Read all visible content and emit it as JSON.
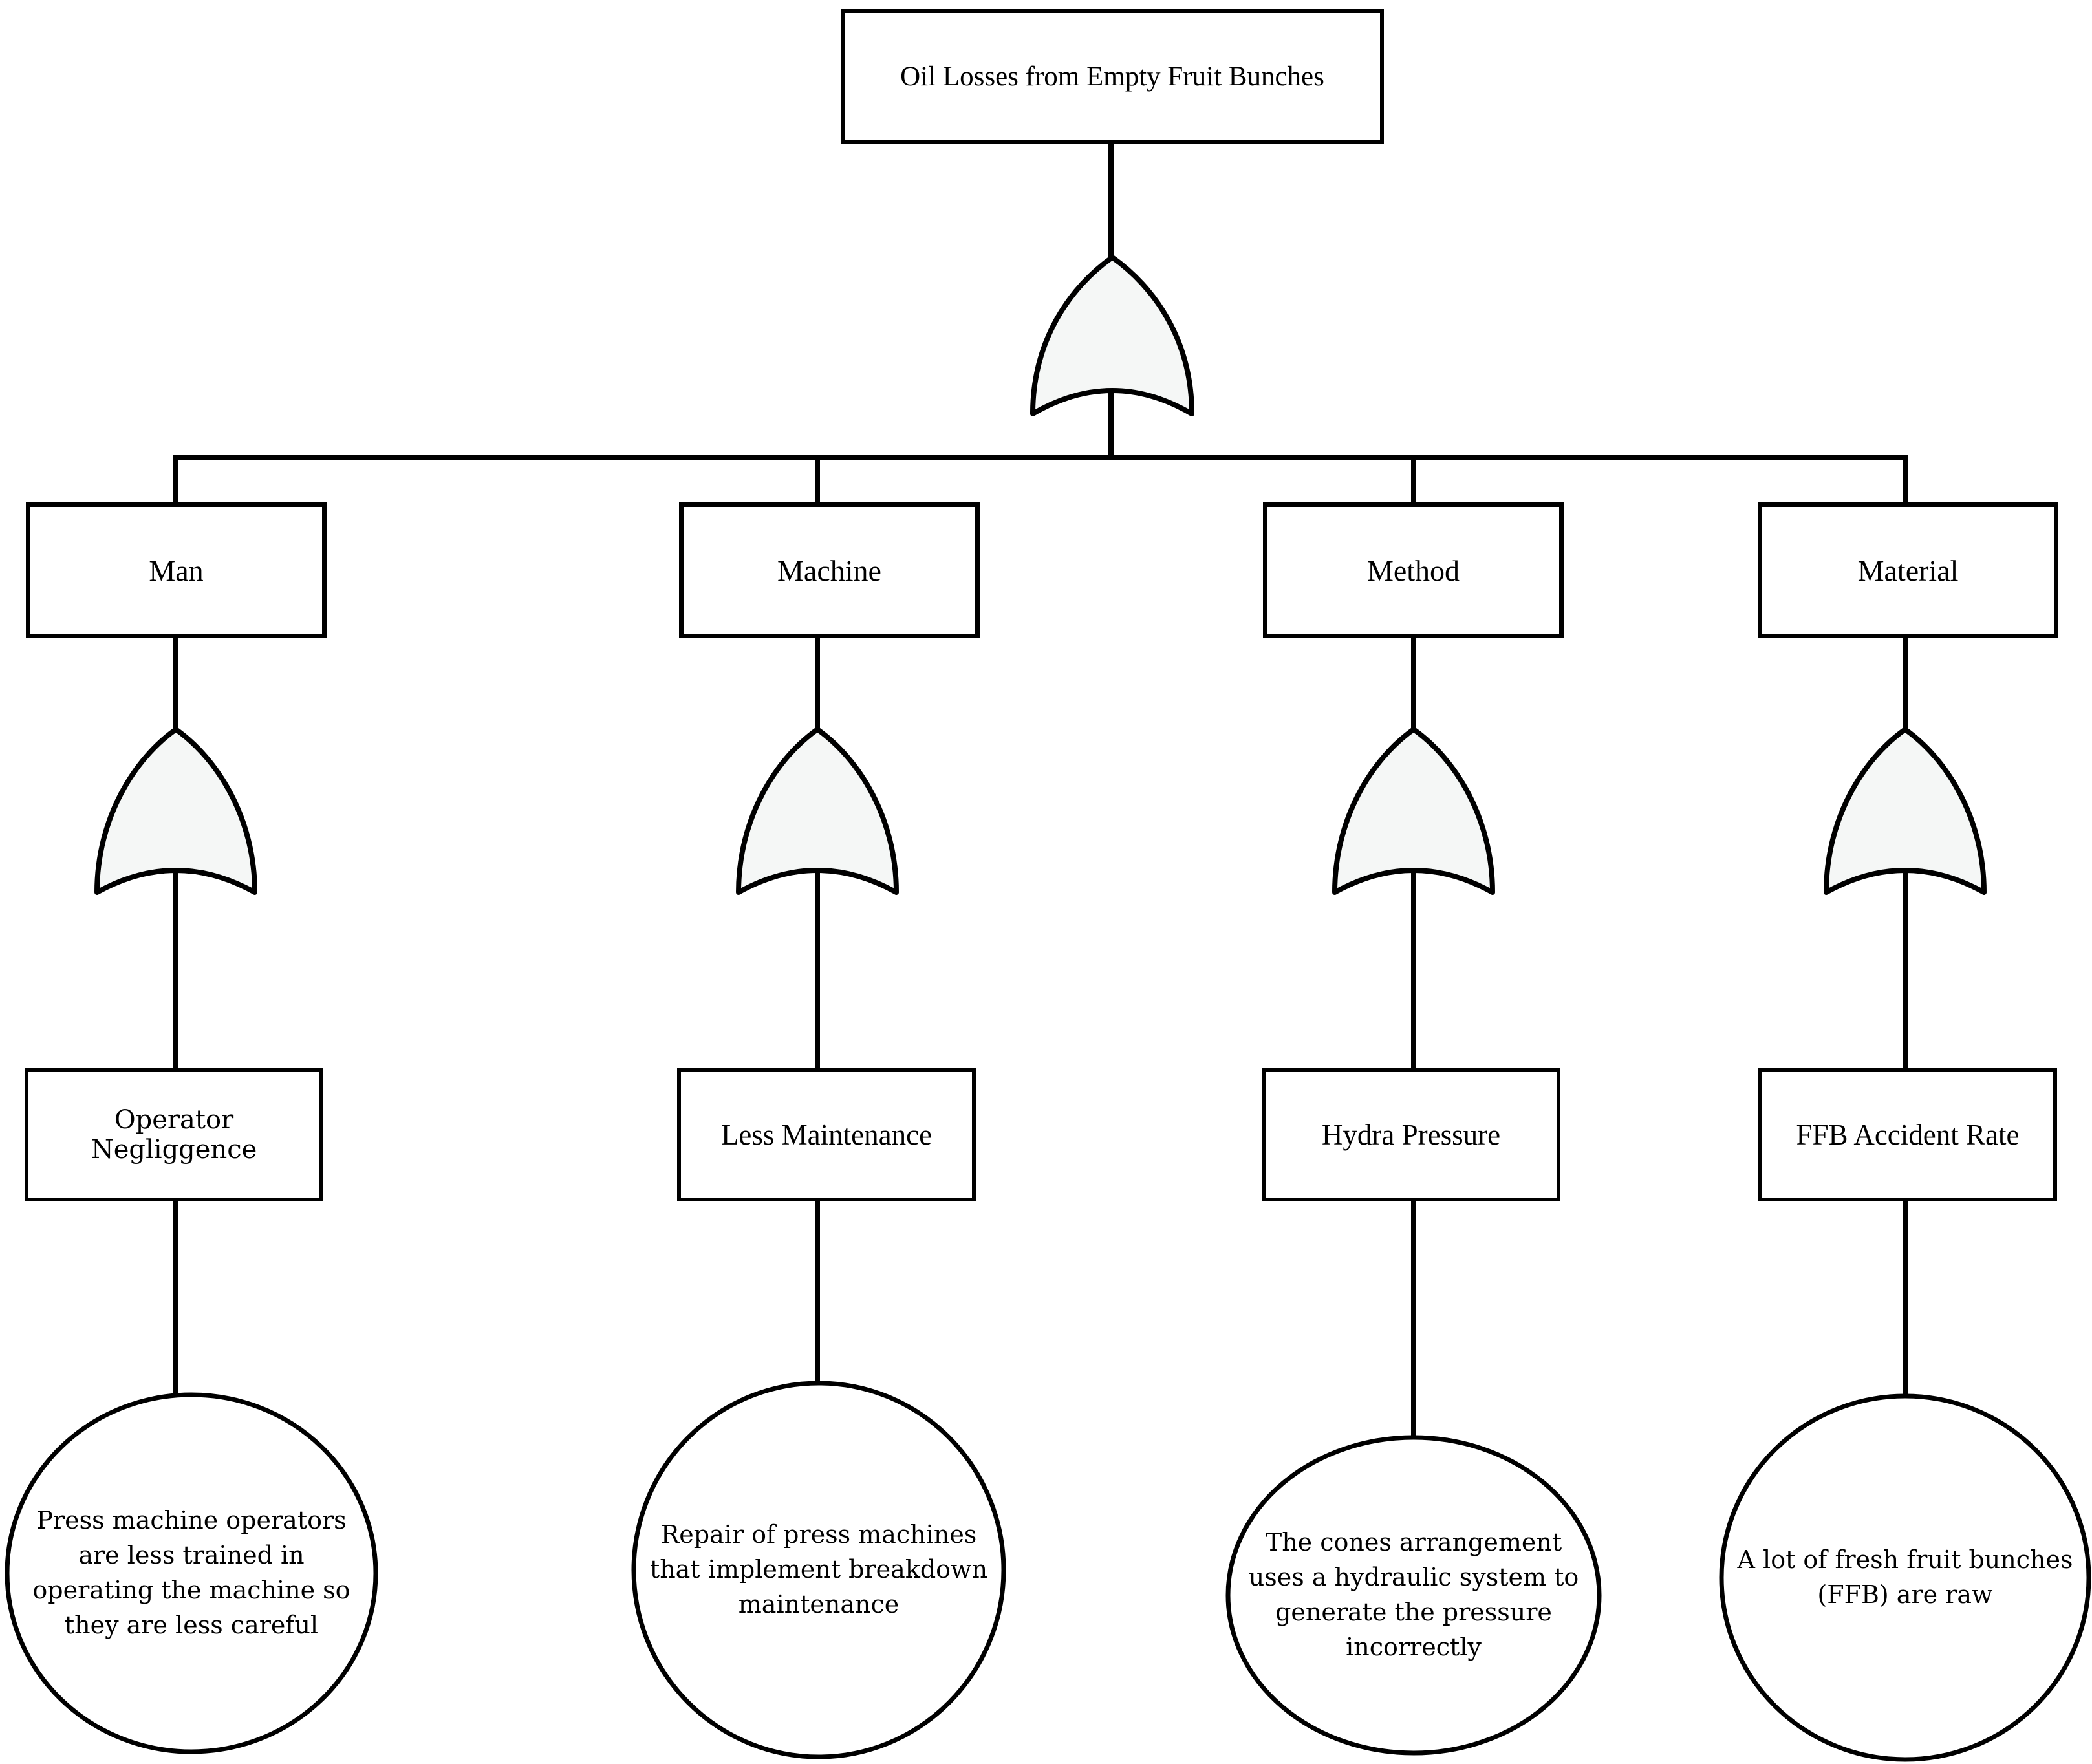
{
  "diagram": {
    "title": "Oil Losses from Empty Fruit Bunches",
    "gate_symbol": "OR gate",
    "colors": {
      "line": "#000000",
      "background": "#ffffff",
      "gate_fill": "#f5f7f6",
      "node_fill": "#ffffff"
    },
    "branches": [
      {
        "category": "Man",
        "intermediate": "Operator Negliggence",
        "basic": "Press machine operators\nare less trained in\noperating the machine so\nthey are less careful"
      },
      {
        "category": "Machine",
        "intermediate": "Less Maintenance",
        "basic": "Repair of press machines\nthat implement breakdown\nmaintenance"
      },
      {
        "category": "Method",
        "intermediate": "Hydra Pressure",
        "basic": "The cones arrangement\nuses a hydraulic system to\ngenerate the pressure\nincorrectly"
      },
      {
        "category": "Material",
        "intermediate": "FFB Accident Rate",
        "basic": "A lot of fresh fruit bunches\n(FFB) are raw"
      }
    ]
  }
}
